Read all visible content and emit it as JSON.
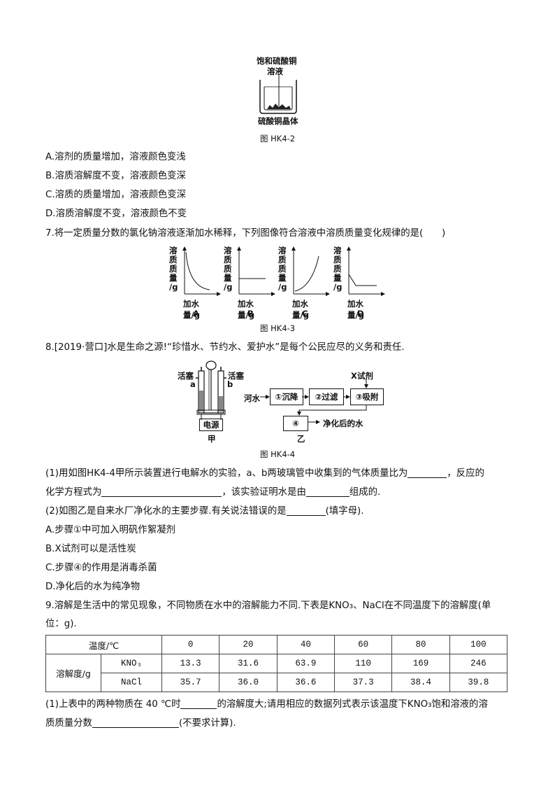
{
  "fig2": {
    "label_top1": "饱和硫酸铜",
    "label_top2": "溶液",
    "label_bottom": "硫酸铜晶体",
    "caption": "图 HK4-2"
  },
  "q6_options": [
    "A.溶剂的质量增加，溶液颜色变浅",
    "B.溶质溶解度不变，溶液颜色变深",
    "C.溶质的质量增加，溶液颜色变深",
    "D.溶质溶解度不变，溶液颜色不变"
  ],
  "q7": {
    "stem": "7.将一定质量分数的氯化钠溶液逐渐加水稀释，下列图像符合溶液中溶质质量变化规律的是(　　)",
    "ylabel": [
      "溶",
      "质",
      "质",
      "量",
      "/g"
    ],
    "xlabel": "加水量/g",
    "graph_letters": [
      "A",
      "B",
      "C",
      "D"
    ],
    "caption": "图 HK4-3"
  },
  "q8": {
    "stem": "8.[2019·营口]水是生命之源!“珍惜水、节约水、爱护水”是每个公民应尽的义务和责任.",
    "fig_jia": {
      "valve_left": "活塞",
      "valve_right": "活塞",
      "tube_a": "a",
      "tube_b": "b",
      "power": "电源",
      "name": "甲"
    },
    "fig_yi": {
      "reagent": "X试剂",
      "river": "河水",
      "step1": "①沉降",
      "step2": "②过滤",
      "step3": "③吸附",
      "step4": "④",
      "output": "净化后的水",
      "name": "乙"
    },
    "caption": "图 HK4-4",
    "p1_line1a": "(1)用如图HK4-4甲所示装置进行电解水的实验，a、b两玻璃管中收集到的气体质量比为",
    "p1_line1b": "，反应的",
    "p1_line2a": "化学方程式为",
    "p1_line2b": "，该实验证明水是由",
    "p1_line2c": "组成的.",
    "p2_a": "(2)如图乙是自来水厂净化水的主要步骤.有关说法错误的是",
    "p2_b": "(填字母).",
    "options": [
      "A.步骤①中可加入明矾作絮凝剂",
      "B.X试剂可以是活性炭",
      "C.步骤④的作用是消毒杀菌",
      "D.净化后的水为纯净物"
    ]
  },
  "q9": {
    "stem_line1": "9.溶解是生活中的常见现象，不同物质在水中的溶解能力不同.下表是KNO₃、NaCl在不同温度下的溶解度(单",
    "stem_line2": "位：g).",
    "table": {
      "temp_header": "温度/℃",
      "temps": [
        "0",
        "20",
        "40",
        "60",
        "80",
        "100"
      ],
      "row_label": "溶解度/g",
      "rows": [
        {
          "name": "KNO₃",
          "values": [
            "13.3",
            "31.6",
            "63.9",
            "110",
            "169",
            "246"
          ]
        },
        {
          "name": "NaCl",
          "values": [
            "35.7",
            "36.0",
            "36.6",
            "37.3",
            "38.4",
            "39.8"
          ]
        }
      ]
    },
    "p1_line1a": "(1)上表中的两种物质在 40 ℃时",
    "p1_line1b": "的溶解度大;请用相应的数据列式表示该温度下KNO₃饱和溶液的溶",
    "p1_line2a": "质质量分数",
    "p1_line2b": "(不要求计算)."
  }
}
